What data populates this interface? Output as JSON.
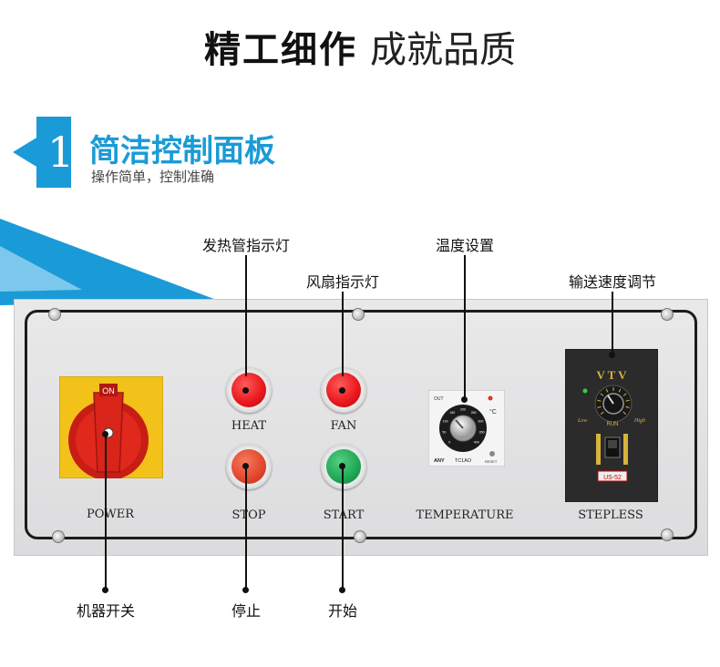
{
  "headline": {
    "bold": "精工细作",
    "light": "成就品质"
  },
  "section": {
    "number": "1",
    "title": "简洁控制面板",
    "subtitle": "操作简单，控制准确"
  },
  "top_labels": {
    "heat_lamp": "发热管指示灯",
    "fan_lamp": "风扇指示灯",
    "temperature": "温度设置",
    "speed": "输送速度调节"
  },
  "bottom_labels": {
    "power_switch": "机器开关",
    "stop": "停止",
    "start": "开始"
  },
  "panel_labels": {
    "heat": "HEAT",
    "fan": "FAN",
    "power": "POWER",
    "stop": "STOP",
    "start": "START",
    "temperature": "TEMPERATURE",
    "stepless": "STEPLESS"
  },
  "switch": {
    "on": "ON"
  },
  "controller": {
    "brand": "ANY",
    "model": "TC1AO",
    "unit": "°C",
    "reset": "RESET",
    "out": "OUT",
    "scale": [
      "0",
      "50",
      "100",
      "150",
      "200",
      "250",
      "300",
      "350",
      "400"
    ]
  },
  "speed_unit": {
    "markings": "V T V",
    "low": "Low",
    "high": "High",
    "run": "RUN",
    "model": "US-52"
  },
  "colors": {
    "accent_blue": "#1a9bd7",
    "switch_yellow": "#f2c21b",
    "switch_red": "#d5221a",
    "lamp_red": "#e8161b",
    "stop_orange": "#e2452c",
    "start_green": "#1ea754"
  }
}
